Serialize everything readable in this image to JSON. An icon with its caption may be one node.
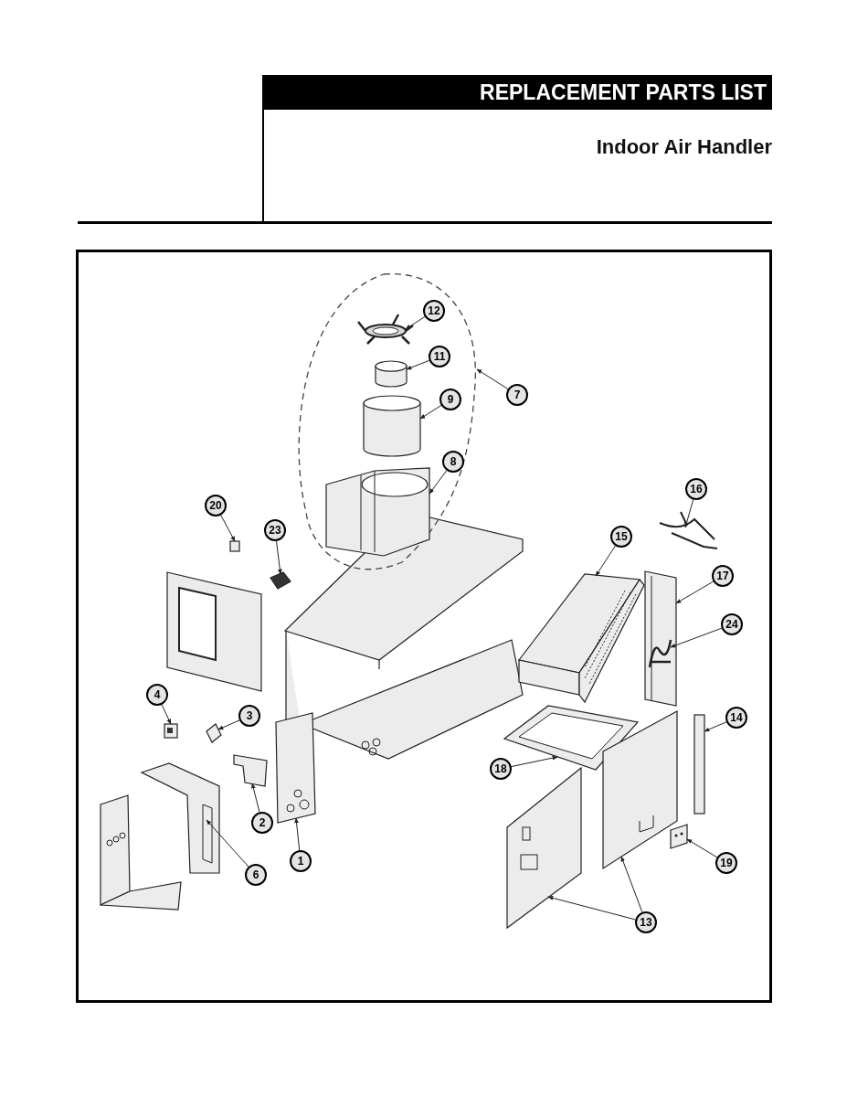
{
  "diagram": {
    "title": "REPLACEMENT PARTS LIST",
    "nodes": [
      {
        "text": [],
        "shape": "oval"
      },
      {
        "text": [
          "12"
        ],
        "in": 0
      },
      {
        "text": [],
        "shape": "picture",
        "in": 0
      },
      {
        "text": [
          "11"
        ],
        "in": 0
      },
      {
        "text": [],
        "shape": "cylinder",
        "in": 0
      },
      {
        "text": [
          "9"
        ],
        "in": 0
      },
      {
        "text": [],
        "shape": "cylinder",
        "in": 0
      },
      {
        "text": [
          "8"
        ],
        "in": 0
      },
      {
        "text": [],
        "shape": "picture",
        "in": 0
      },
      {
        "text": [
          "7"
        ]
      },
      {
        "text": [
          "16"
        ]
      },
      {
        "text": [],
        "shape": "picture"
      },
      {
        "text": [
          "15"
        ]
      },
      {
        "text": [],
        "shape": "picture"
      },
      {
        "text": [
          "17"
        ]
      },
      {
        "text": [],
        "shape": "picture"
      },
      {
        "text": [
          "24"
        ]
      },
      {
        "text": [],
        "shape": "picture",
        "in": 15
      },
      {
        "text": [
          "20"
        ]
      },
      {
        "text": [],
        "shape": "box"
      },
      {
        "text": [
          "23"
        ]
      },
      {
        "text": [],
        "shape": "picture"
      },
      {
        "text": [
          "4"
        ]
      },
      {
        "text": [],
        "shape": "picture"
      },
      {
        "text": [
          "3"
        ]
      },
      {
        "text": [],
        "shape": "picture"
      },
      {
        "text": [
          "2"
        ]
      },
      {
        "text": [],
        "shape": "picture"
      },
      {
        "text": [
          "6"
        ]
      },
      {
        "text": [],
        "shape": "picture"
      },
      {
        "text": [
          "1"
        ]
      },
      {
        "text": [],
        "shape": "picture"
      },
      {
        "text": [
          "14"
        ]
      },
      {
        "text": [],
        "shape": "bar"
      },
      {
        "text": [
          "18"
        ]
      },
      {
        "text": [],
        "shape": "picture"
      },
      {
        "text": [
          "19"
        ]
      },
      {
        "text": [],
        "shape": "picture"
      },
      {
        "text": [
          "13"
        ]
      },
      {
        "text": [],
        "shape": "picture"
      },
      {
        "text": [],
        "shape": "picture"
      }
    ],
    "edges": [
      {
        "from": 1,
        "to": 2,
        "arrow": "to"
      },
      {
        "from": 3,
        "to": 4,
        "arrow": "to"
      },
      {
        "from": 5,
        "to": 6,
        "arrow": "to"
      },
      {
        "from": 7,
        "to": 8,
        "arrow": "to"
      },
      {
        "from": 9,
        "to": 0,
        "arrow": "to"
      },
      {
        "from": 10,
        "to": 11,
        "arrow": "to"
      },
      {
        "from": 12,
        "to": 13,
        "arrow": "to"
      },
      {
        "from": 14,
        "to": 15,
        "arrow": "to"
      },
      {
        "from": 16,
        "to": 17,
        "arrow": "to"
      },
      {
        "from": 18,
        "to": 19,
        "arrow": "to"
      },
      {
        "from": 20,
        "to": 21,
        "arrow": "to"
      },
      {
        "from": 22,
        "to": 23,
        "arrow": "to"
      },
      {
        "from": 24,
        "to": 25,
        "arrow": "to"
      },
      {
        "from": 26,
        "to": 27,
        "arrow": "to"
      },
      {
        "from": 28,
        "to": 29,
        "arrow": "to"
      },
      {
        "from": 30,
        "to": 31,
        "arrow": "to"
      },
      {
        "from": 32,
        "to": 33,
        "arrow": "to"
      },
      {
        "from": 34,
        "to": 35,
        "arrow": "to"
      },
      {
        "from": 36,
        "to": 37,
        "arrow": "to"
      },
      {
        "from": 38,
        "to": 39,
        "arrow": "to"
      },
      {
        "from": 38,
        "to": 40,
        "arrow": "to"
      }
    ],
    "labels": [
      "Indoor Air Handler"
    ]
  }
}
